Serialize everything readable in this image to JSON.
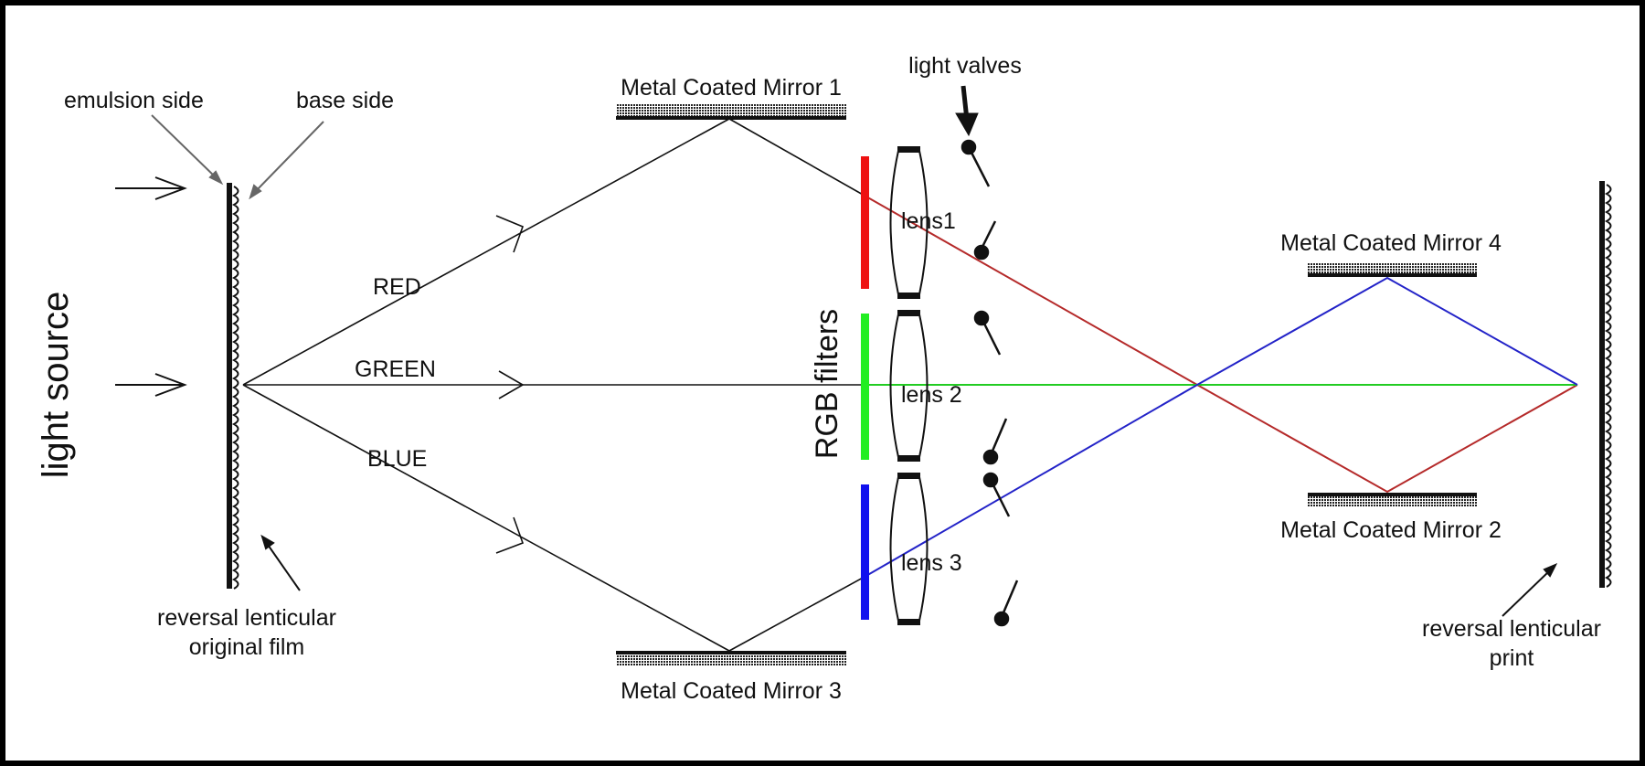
{
  "labels": {
    "light_source": "light source",
    "emulsion_side": "emulsion side",
    "base_side": "base side",
    "film_line1": "reversal lenticular",
    "film_line2": "original film",
    "red": "RED",
    "green": "GREEN",
    "blue": "BLUE",
    "mirror1": "Metal Coated Mirror 1",
    "mirror2": "Metal Coated Mirror 2",
    "mirror3": "Metal Coated Mirror 3",
    "mirror4": "Metal Coated Mirror 4",
    "light_valves": "light valves",
    "rgb_filters": "RGB filters",
    "lens1": "lens1",
    "lens2": "lens 2",
    "lens3": "lens 3",
    "print_line1": "reversal lenticular",
    "print_line2": "print"
  },
  "colors": {
    "background": "#ffffff",
    "frame": "#000000",
    "red_beam": "#b52a2a",
    "green_beam": "#22cc22",
    "blue_beam": "#2323c8",
    "red_filter": "#ee1111",
    "green_filter": "#22ee22",
    "blue_filter": "#1111ee",
    "line": "#111111"
  }
}
